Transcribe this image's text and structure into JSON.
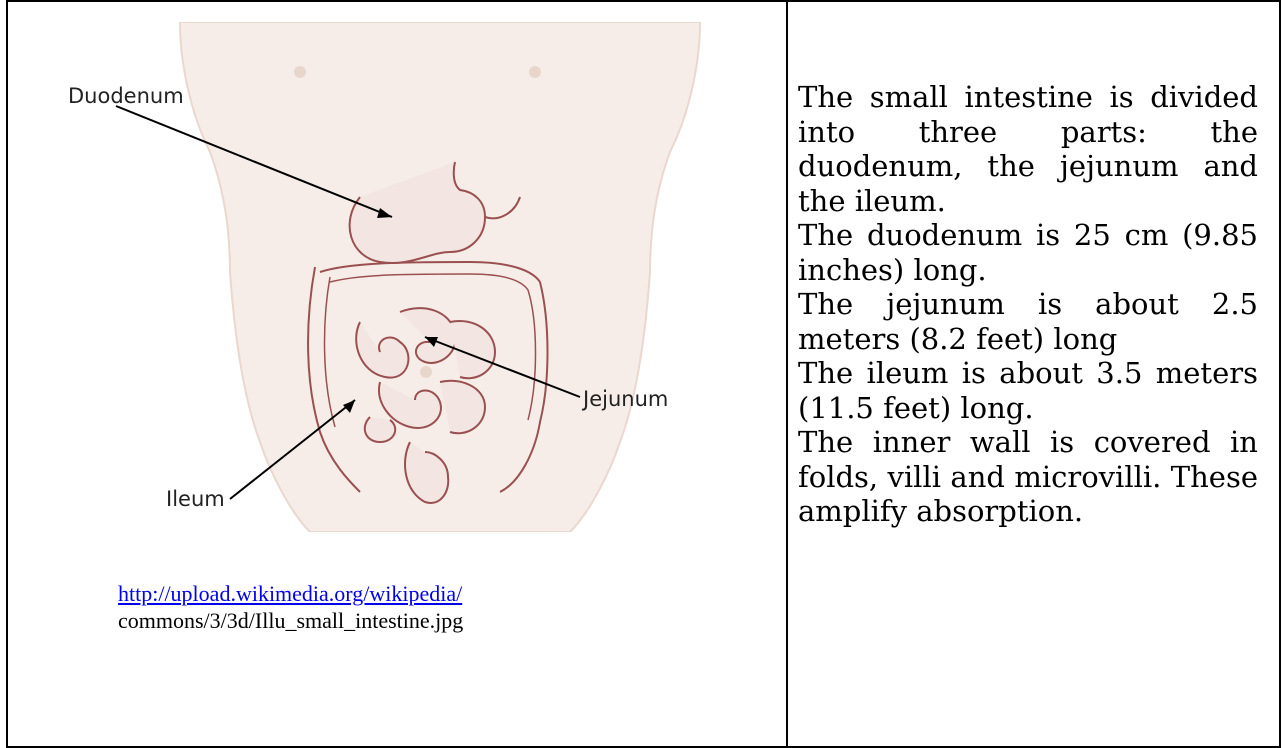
{
  "figure": {
    "labels": {
      "duodenum": "Duodenum",
      "jejunum": "Jejunum",
      "ileum": "Ileum"
    },
    "caption_link": "http://upload.wikimedia.org/wikipedia/",
    "caption_rest": "commons/3/3d/Illu_small_intestine.jpg"
  },
  "text": {
    "p1": "The small intestine is divided into three parts: the duodenum, the jejunum and the ileum.",
    "p2": "The duodenum is 25 cm (9.85 inches) long.",
    "p3": "The jejunum is about 2.5 meters (8.2 feet) long",
    "p4": "The ileum is about 3.5 meters (11.5 feet) long.",
    "p5": "The inner wall is covered in folds, villi and microvilli. These amplify absorption."
  },
  "colors": {
    "skin": "#f6ede8",
    "intestine_fill": "#f3e6e2",
    "intestine_stroke": "#9a5050",
    "link": "#0000ee"
  }
}
